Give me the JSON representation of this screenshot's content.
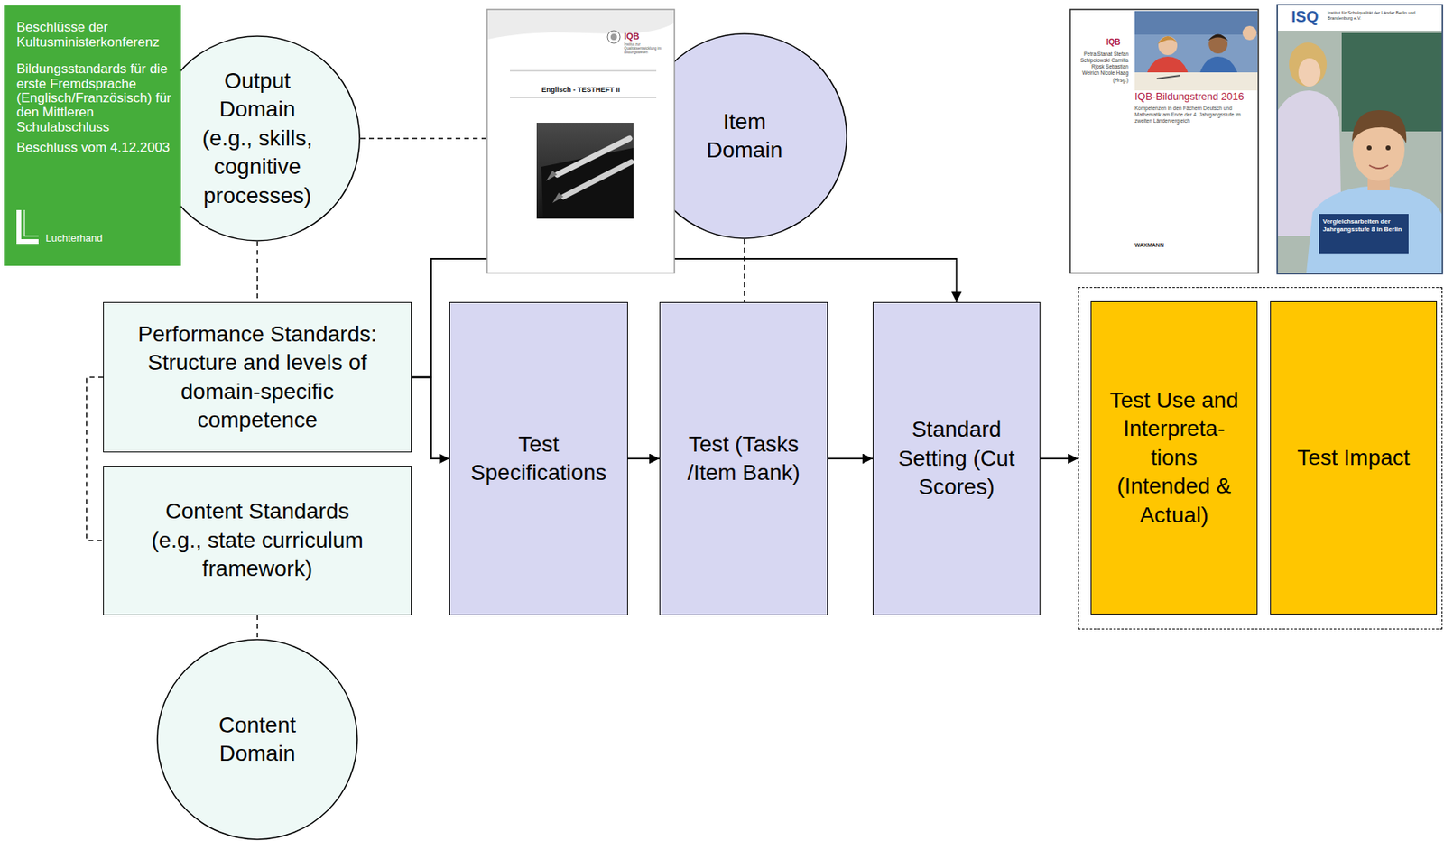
{
  "diagram": {
    "nodes": [
      {
        "text": [
          "Beschlüsse der Kultusministerkonferenz",
          "Bildungsstandards für die erste Fremdsprache (Englisch/Französisch) für den Mittleren Schulabschluss",
          "Beschluss vom 4.12.2003",
          "Luchterhand"
        ]
      },
      {
        "text": [
          "Output Domain (e.g., skills, cognitive processes)"
        ]
      },
      {
        "text": [
          "IQB",
          "Institut zur Qualitätsentwicklung im Bildungswesen",
          "Englisch - TESTHEFT II"
        ]
      },
      {
        "text": [
          "Item Domain"
        ]
      },
      {
        "text": [
          "IQB",
          "Petra Stanat Stefan Schipolowski Camilla Rjosk Sebastian Weirich Nicole Haag (Hrsg.)",
          "IQB-Bildungstrend 2016",
          "Kompetenzen in den Fächern Deutsch und Mathematik am Ende der 4. Jahrgangsstufe im zweiten Ländervergleich",
          "WAXMANN"
        ]
      },
      {
        "text": [
          "ISQ",
          "Institut für Schulqualität der Länder Berlin und Brandenburg e.V.",
          "Vergleichsarbeiten der Jahrgangsstufe 8 in Berlin"
        ]
      },
      {
        "text": [
          "Performance Standards: Structure and levels of domain-specific competence"
        ]
      },
      {
        "text": [
          "Content Standards (e.g., state curriculum framework)"
        ]
      },
      {
        "text": [
          "Test Specifications"
        ]
      },
      {
        "text": [
          "Test (Tasks /Item Bank)"
        ]
      },
      {
        "text": [
          "Standard Setting (Cut Scores)"
        ]
      },
      {
        "text": []
      },
      {
        "text": [
          "Test Use and Interpreta- tions (Intended & Actual)"
        ],
        "in": 11
      },
      {
        "text": [
          "Test Impact"
        ],
        "in": 11
      },
      {
        "text": [
          "Content Domain"
        ]
      }
    ],
    "edges": [
      {
        "from": 1,
        "to": 2,
        "arrow": "none"
      },
      {
        "from": 1,
        "to": 6,
        "arrow": "none"
      },
      {
        "from": 6,
        "to": 7,
        "arrow": "none"
      },
      {
        "from": 7,
        "to": 14,
        "arrow": "none"
      },
      {
        "from": 3,
        "to": 9,
        "arrow": "none"
      },
      {
        "from": 6,
        "to": 8,
        "arrow": "to"
      },
      {
        "from": 6,
        "to": 10,
        "arrow": "to"
      },
      {
        "from": 8,
        "to": 9,
        "arrow": "to"
      },
      {
        "from": 9,
        "to": 10,
        "arrow": "to"
      },
      {
        "from": 10,
        "to": 11,
        "arrow": "to"
      }
    ]
  }
}
